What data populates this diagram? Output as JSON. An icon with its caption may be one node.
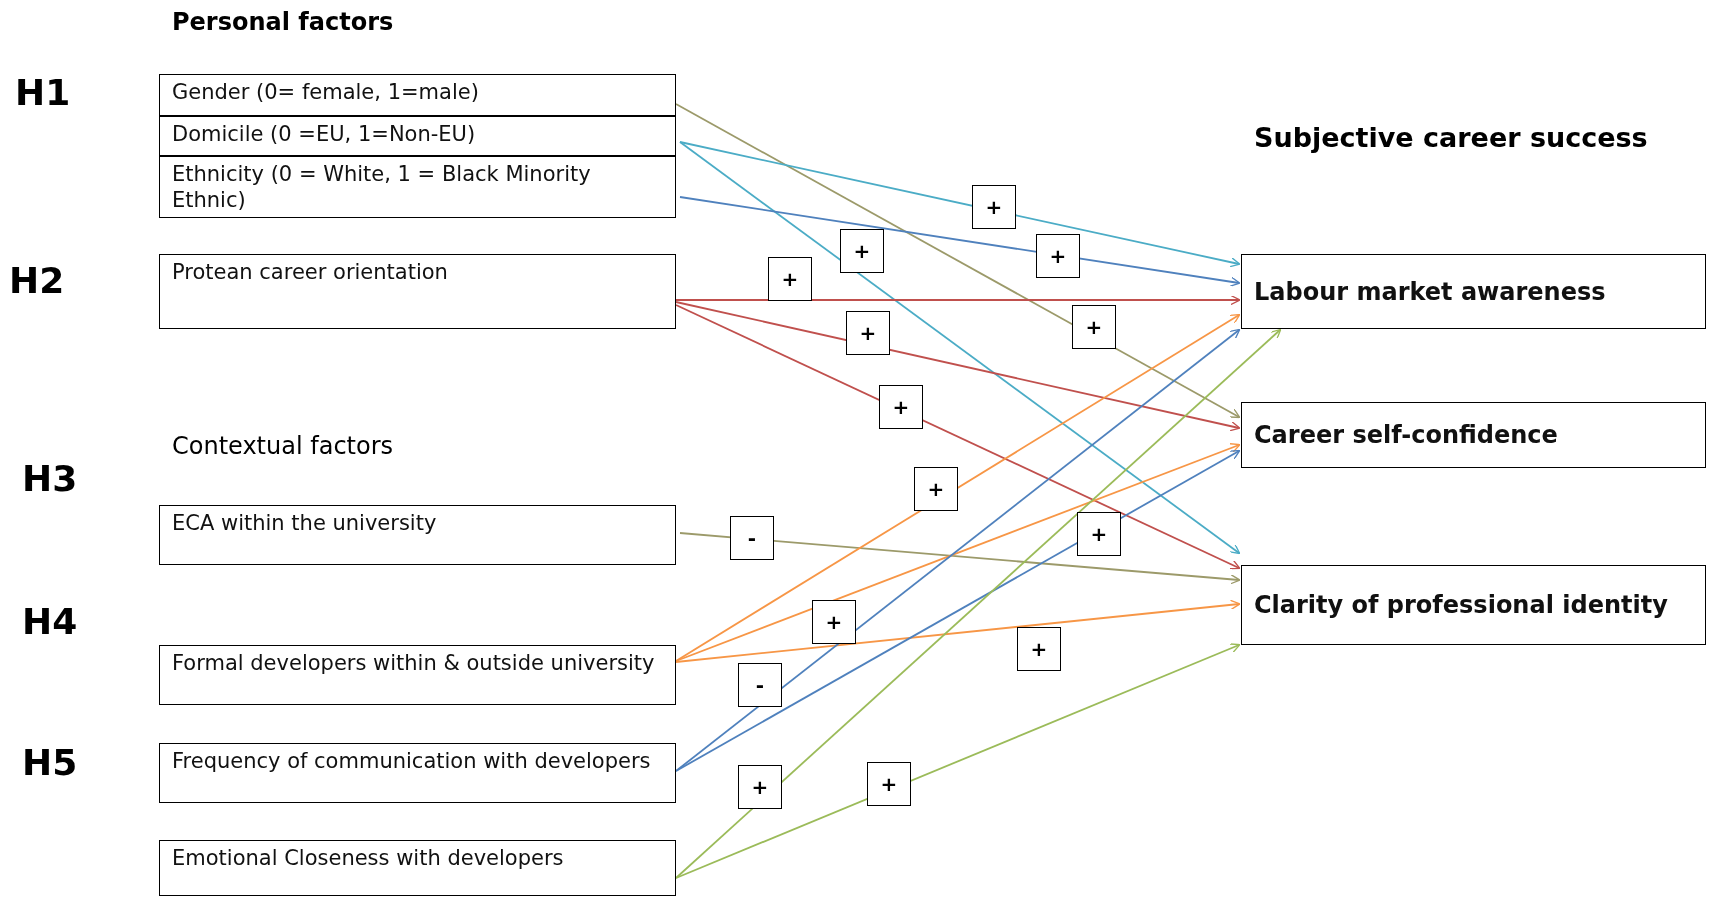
{
  "diagram": {
    "nodes": [
      {
        "text": [
          "Gender (0= female, 1=male)"
        ]
      },
      {
        "text": [
          "Domicile (0 =EU, 1=Non-EU)"
        ]
      },
      {
        "text": [
          "Ethnicity (0 = White, 1 = Black Minority Ethnic)"
        ]
      },
      {
        "text": [
          "Protean career orientation"
        ]
      },
      {
        "text": [
          "ECA within the university"
        ]
      },
      {
        "text": [
          "Formal developers within & outside university"
        ]
      },
      {
        "text": [
          "Frequency of communication with developers"
        ]
      },
      {
        "text": [
          "Emotional Closeness with developers"
        ]
      },
      {
        "text": [
          "Labour market awareness"
        ]
      },
      {
        "text": [
          "Career self-confidence"
        ]
      },
      {
        "text": [
          "Clarity of professional identity"
        ]
      }
    ],
    "edges": [
      {
        "from": 0,
        "to": 9,
        "arrow": "to",
        "label": "+",
        "color": "#9c9a6a"
      },
      {
        "from": 1,
        "to": 8,
        "arrow": "to",
        "label": "+",
        "color": "#4bacc6"
      },
      {
        "from": 1,
        "to": 10,
        "arrow": "to",
        "label": "+",
        "color": "#4bacc6"
      },
      {
        "from": 2,
        "to": 8,
        "arrow": "to",
        "label": "+",
        "color": "#4f81bd"
      },
      {
        "from": 3,
        "to": 8,
        "arrow": "to",
        "label": "+",
        "color": "#c0504d"
      },
      {
        "from": 3,
        "to": 9,
        "arrow": "to",
        "label": "+",
        "color": "#c0504d"
      },
      {
        "from": 3,
        "to": 10,
        "arrow": "to",
        "label": "+",
        "color": "#c0504d"
      },
      {
        "from": 4,
        "to": 10,
        "arrow": "to",
        "label": "-",
        "color": "#9c9a6a"
      },
      {
        "from": 5,
        "to": 8,
        "arrow": "to",
        "label": "+",
        "color": "#f79646"
      },
      {
        "from": 5,
        "to": 9,
        "arrow": "to",
        "label": "+",
        "color": "#f79646"
      },
      {
        "from": 5,
        "to": 10,
        "arrow": "to",
        "label": "+",
        "color": "#f79646"
      },
      {
        "from": 6,
        "to": 8,
        "arrow": "to",
        "label": "-",
        "color": "#4f81bd"
      },
      {
        "from": 6,
        "to": 9,
        "arrow": "to",
        "label": "+",
        "color": "#4f81bd"
      },
      {
        "from": 7,
        "to": 8,
        "arrow": "to",
        "label": "+",
        "color": "#9bbb59"
      },
      {
        "from": 7,
        "to": 10,
        "arrow": "to",
        "label": "+",
        "color": "#9bbb59"
      }
    ],
    "labels": [
      "Personal factors",
      "H1",
      "Subjective career success",
      "H2",
      "Contextual factors",
      "H3",
      "H4",
      "H5"
    ]
  }
}
